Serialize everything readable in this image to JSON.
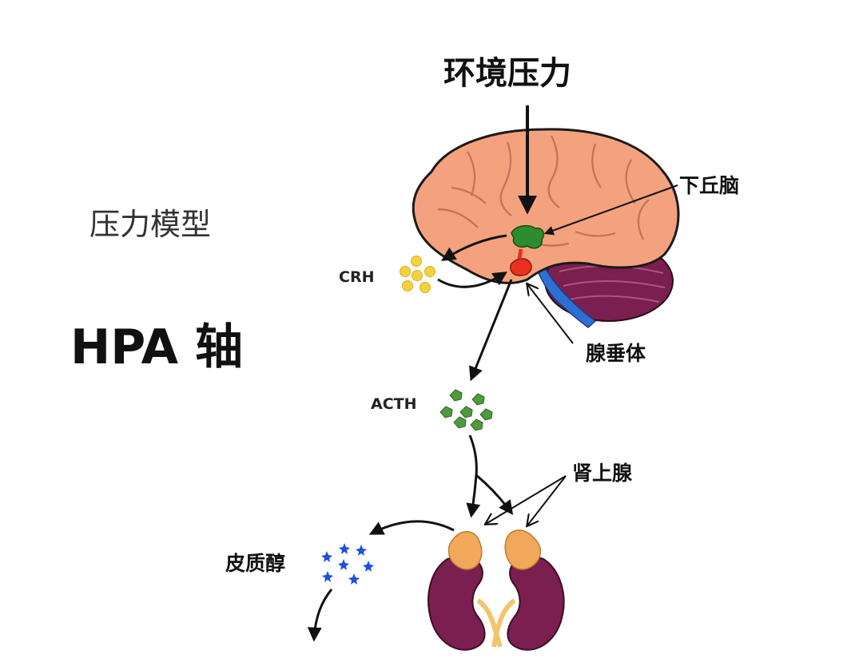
{
  "labels": {
    "main_title": "环境压力",
    "model_title": "压力模型",
    "axis_title": "HPA 轴",
    "hypothalamus": "下丘脑",
    "crh": "CRH",
    "pituitary": "腺垂体",
    "acth": "ACTH",
    "adrenal": "肾上腺",
    "cortisol": "皮质醇"
  },
  "colors": {
    "brain": "#F4A27E",
    "brain_outline": "#1a1a1a",
    "hypothalamus": "#2E8B2E",
    "pituitary": "#E8321E",
    "cerebellum": "#7A1F4F",
    "brainstem": "#2E6FD6",
    "crh": "#F5D142",
    "acth": "#4E9A3F",
    "cortisol": "#1E4FE0",
    "kidney": "#7A1F4F",
    "adrenal_gland": "#F2A85A",
    "ureter": "#F5C36B"
  }
}
